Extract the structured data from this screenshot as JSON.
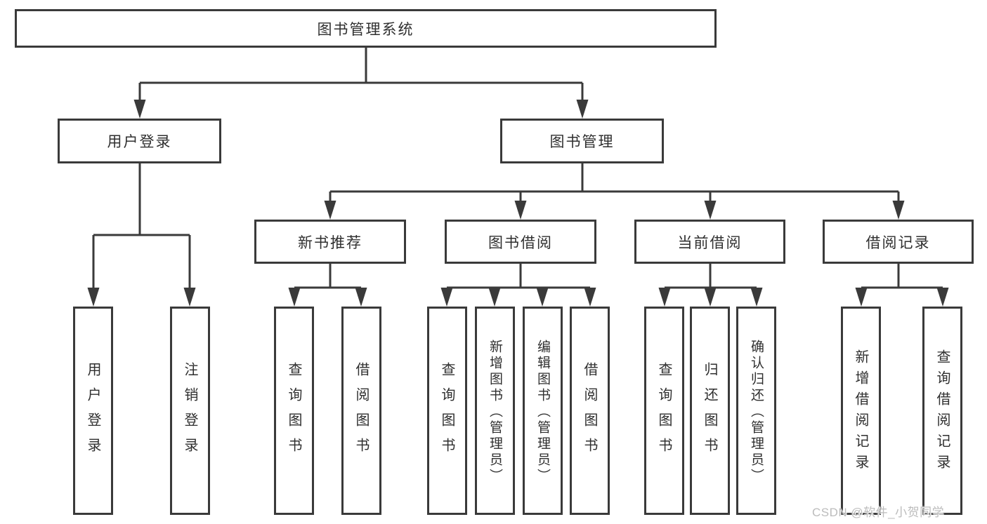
{
  "diagram_type": "hierarchy-tree",
  "hierarchy": {
    "label": "图书管理系统",
    "children": [
      {
        "label": "用户登录",
        "children": [
          {
            "label": "用户登录"
          },
          {
            "label": "注销登录"
          }
        ]
      },
      {
        "label": "图书管理",
        "children": [
          {
            "label": "新书推荐",
            "children": [
              {
                "label": "查询图书"
              },
              {
                "label": "借阅图书"
              }
            ]
          },
          {
            "label": "图书借阅",
            "children": [
              {
                "label": "查询图书"
              },
              {
                "label": "新增图书（管理员）"
              },
              {
                "label": "编辑图书（管理员）"
              },
              {
                "label": "借阅图书"
              }
            ]
          },
          {
            "label": "当前借阅",
            "children": [
              {
                "label": "查询图书"
              },
              {
                "label": "归还图书"
              },
              {
                "label": "确认归还（管理员）"
              }
            ]
          },
          {
            "label": "借阅记录",
            "children": [
              {
                "label": "新增借阅记录"
              },
              {
                "label": "查询借阅记录"
              }
            ]
          }
        ]
      }
    ]
  },
  "watermark": "CSDN @软件_小贺同学",
  "colors": {
    "line": "#3a3a3a",
    "text": "#2f2f2f",
    "watermark": "#bcbcbc",
    "background": "#ffffff"
  }
}
